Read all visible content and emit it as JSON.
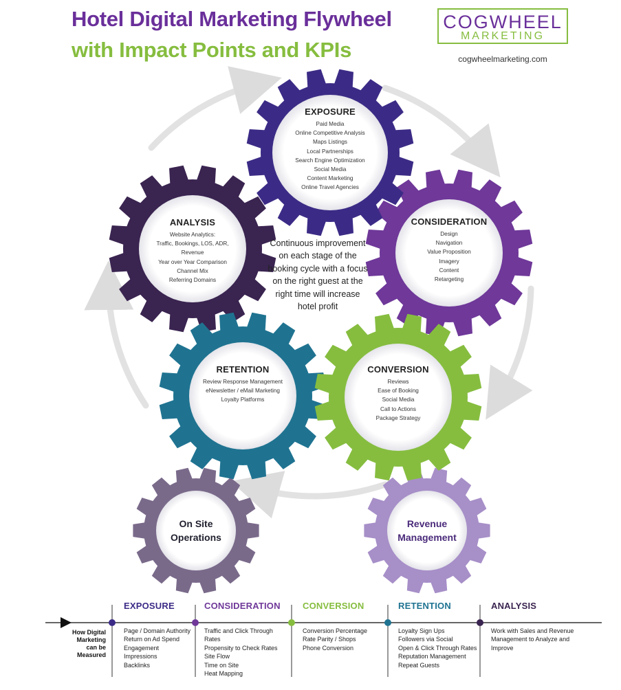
{
  "title": {
    "line1": "Hotel Digital Marketing Flywheel",
    "line2": "with Impact Points and KPIs"
  },
  "logo": {
    "top": "COGWHEEL",
    "bottom": "MARKETING",
    "url": "cogwheelmarketing.com"
  },
  "colors": {
    "exposure": "#3c2b86",
    "consideration": "#6f3899",
    "analysis": "#3a2450",
    "retention": "#1f7391",
    "conversion": "#86bd3f",
    "on_site": "#7a6a8a",
    "revenue": "#a78fc8",
    "title_purple": "#6a2f9a",
    "title_green": "#86bd3f"
  },
  "gears": {
    "exposure": {
      "title": "EXPOSURE",
      "items": [
        "Paid Media",
        "Online Competitive Analysis",
        "Maps Listings",
        "Local Partnerships",
        "Search Engine Optimization",
        "Social Media",
        "Content Marketing",
        "Online Travel Agencies"
      ]
    },
    "consideration": {
      "title": "CONSIDERATION",
      "items": [
        "Design",
        "Navigation",
        "Value Proposition",
        "Imagery",
        "Content",
        "Retargeting"
      ]
    },
    "analysis": {
      "title": "ANALYSIS",
      "items": [
        "Website Analytics:",
        "Traffic, Bookings, LOS, ADR,",
        "Revenue",
        "Year over Year Comparison",
        "Channel Mix",
        "Referring Domains"
      ]
    },
    "retention": {
      "title": "RETENTION",
      "items": [
        "Review Response Management",
        "eNewsletter / eMail Marketing",
        "Loyalty Platforms"
      ]
    },
    "conversion": {
      "title": "CONVERSION",
      "items": [
        "Reviews",
        "Ease of Booking",
        "Social Media",
        "Call to Actions",
        "Package Strategy"
      ]
    },
    "on_site": {
      "line1": "On Site",
      "line2": "Operations"
    },
    "revenue": {
      "line1": "Revenue",
      "line2": "Management"
    }
  },
  "center_text": "Continuous improvement on each stage of the booking cycle with a focus on the right guest at the right time will increase hotel profit",
  "kpi": {
    "measured_label": [
      "How Digital",
      "Marketing",
      "can be",
      "Measured"
    ],
    "columns": [
      {
        "title": "EXPOSURE",
        "color": "#3c2b86",
        "items": [
          "Page / Domain Authority",
          "Return on Ad Spend",
          "Engagement",
          "Impressions",
          "Backlinks"
        ]
      },
      {
        "title": "CONSIDERATION",
        "color": "#6f3899",
        "items": [
          "Traffic and Click Through",
          "Rates",
          "Propensity to Check Rates",
          "Site Flow",
          "Time on Site",
          "Heat Mapping"
        ]
      },
      {
        "title": "CONVERSION",
        "color": "#86bd3f",
        "items": [
          "Conversion Percentage",
          "Rate Parity / Shops",
          "Phone Conversion"
        ]
      },
      {
        "title": "RETENTION",
        "color": "#1f7391",
        "items": [
          "Loyalty Sign Ups",
          "Followers via Social",
          "Open & Click Through Rates",
          "Reputation Management",
          "Repeat Guests"
        ]
      },
      {
        "title": "ANALYSIS",
        "color": "#3a2450",
        "items": [
          "Work with Sales and Revenue",
          "Management to Analyze and",
          "Improve"
        ]
      }
    ]
  }
}
